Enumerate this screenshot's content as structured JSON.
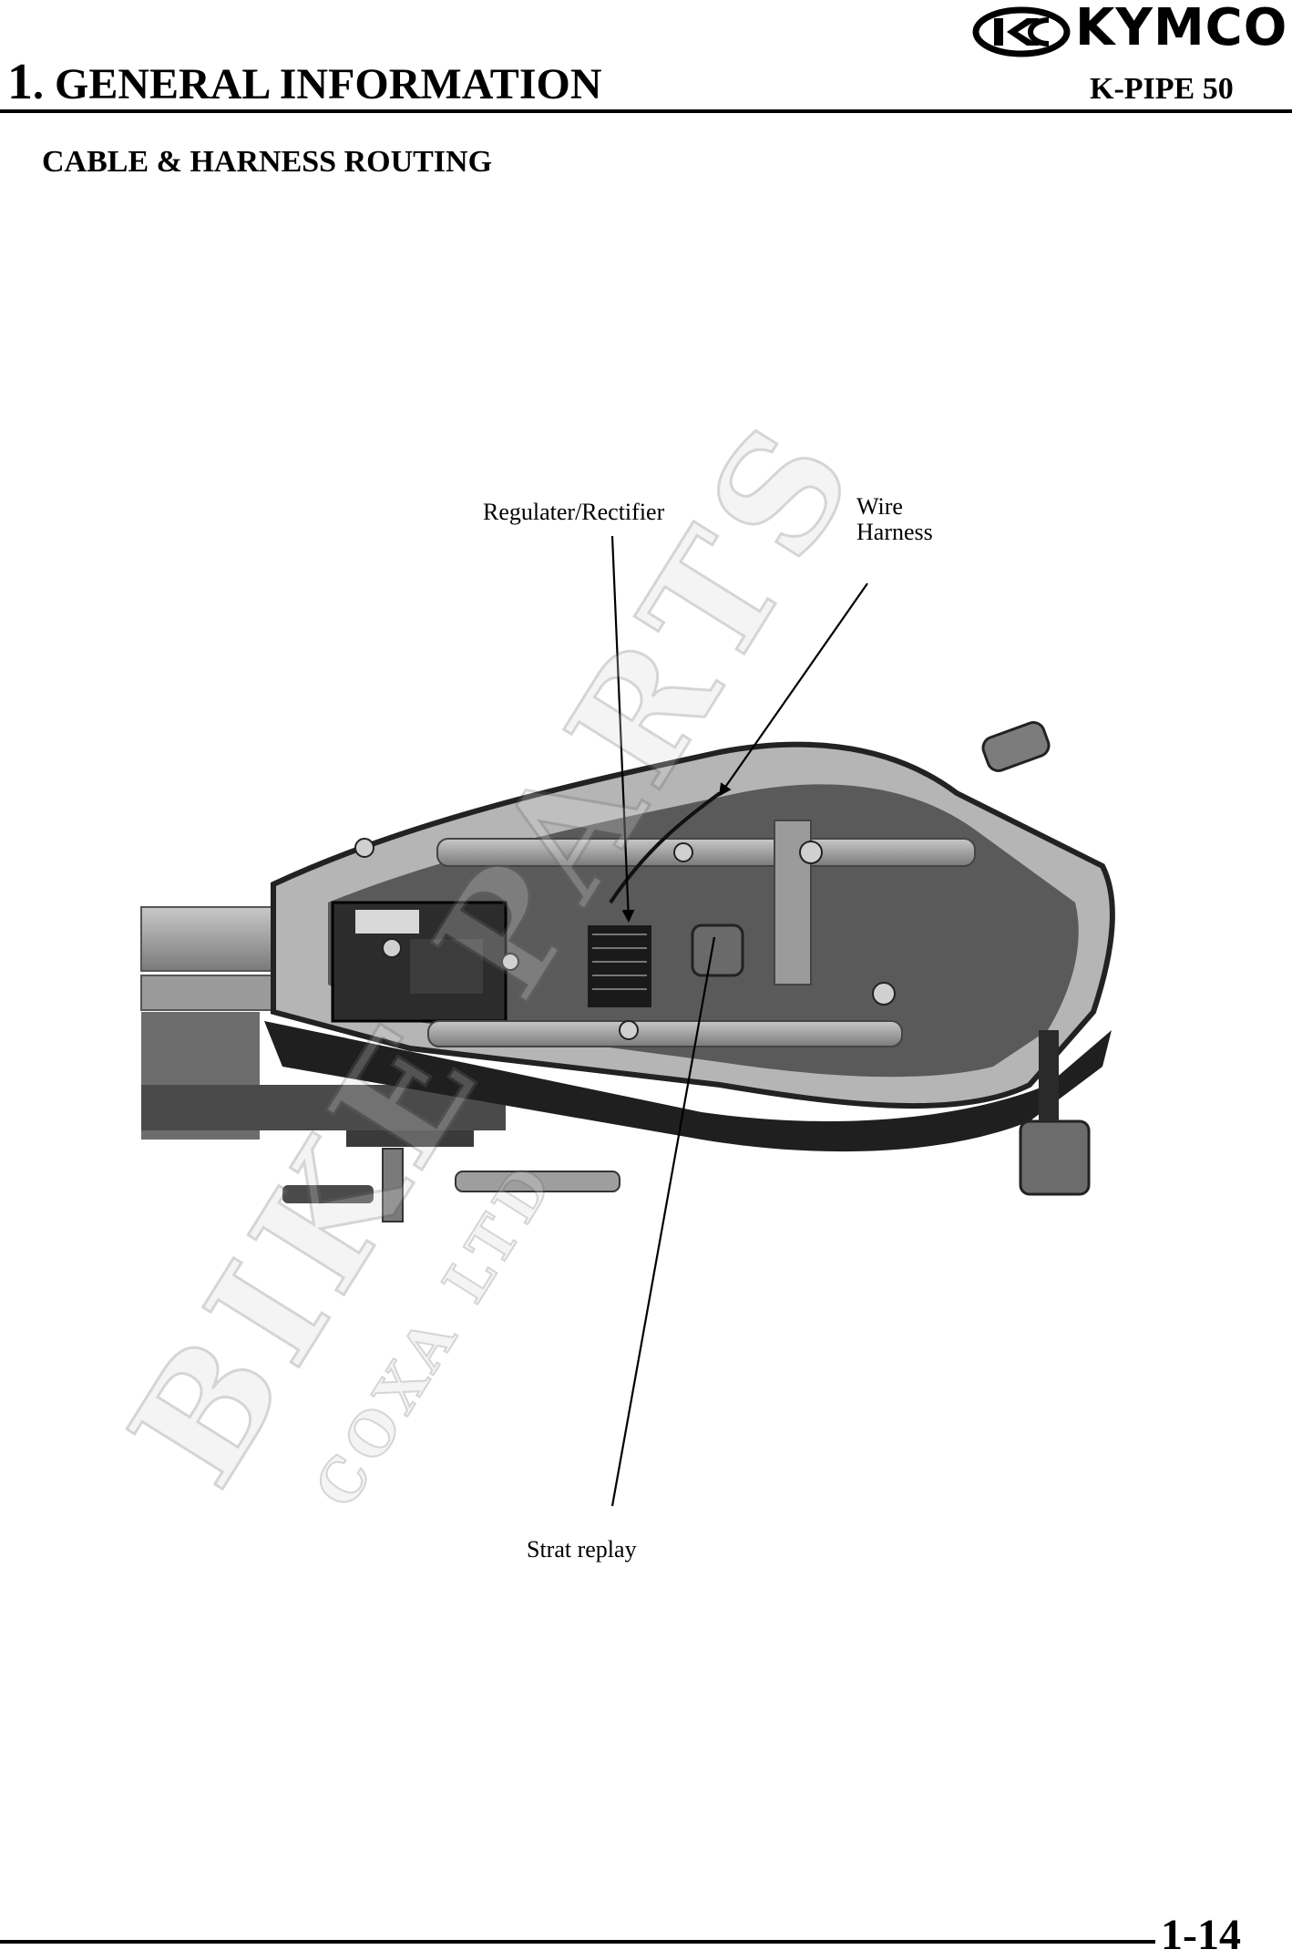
{
  "header": {
    "brand": "KYMCO",
    "chapter_number": "1",
    "chapter_title": ". GENERAL INFORMATION",
    "model": "K-PIPE 50"
  },
  "section": {
    "title": "CABLE & HARNESS ROUTING"
  },
  "callouts": {
    "regulator": "Regulater/Rectifier",
    "wire_line1": "Wire",
    "wire_line2": "Harness",
    "start_relay": "Strat replay"
  },
  "watermark": {
    "main": "BIKE PARTS",
    "sub": "COXA LTD"
  },
  "footer": {
    "page_number": "1-14"
  }
}
